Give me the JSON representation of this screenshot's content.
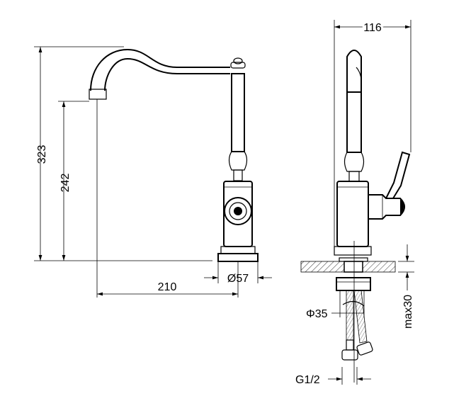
{
  "dimensions": {
    "total_height": "323",
    "spout_height": "242",
    "spout_reach": "210",
    "base_diameter": "Ø57",
    "width": "116",
    "hole_diameter": "Φ35",
    "max_deck_thickness": "max30",
    "connection": "G1/2"
  }
}
